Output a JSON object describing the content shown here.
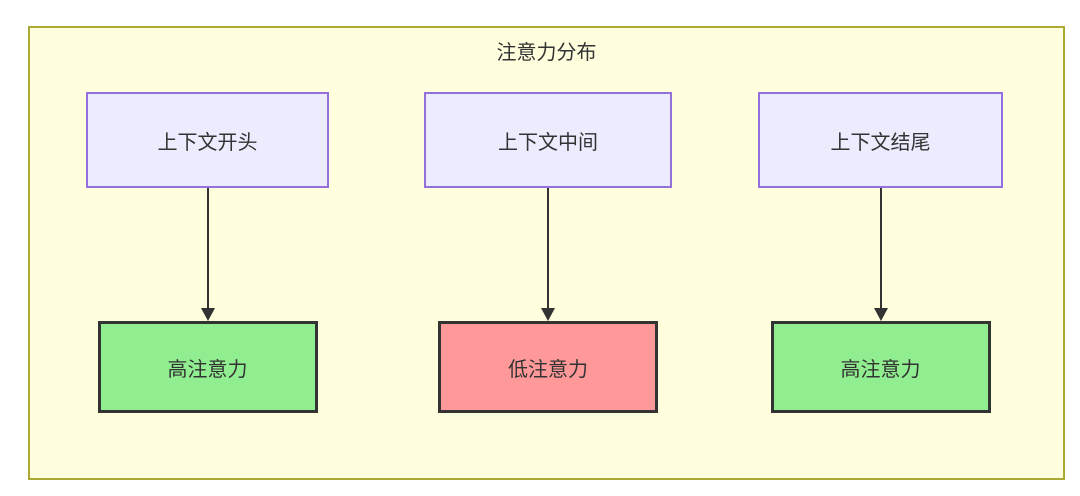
{
  "diagram": {
    "title": "注意力分布",
    "colors": {
      "container_fill": "#ffffde",
      "container_border": "#aaaa33",
      "source_fill": "#ececff",
      "source_border": "#9370db",
      "high_fill": "#90ee90",
      "low_fill": "#ff9999",
      "node_border": "#333333",
      "arrow": "#333333",
      "text": "#333333"
    },
    "nodes": {
      "sources": [
        {
          "label": "上下文开头"
        },
        {
          "label": "上下文中间"
        },
        {
          "label": "上下文结尾"
        }
      ],
      "results": [
        {
          "label": "高注意力",
          "level": "high"
        },
        {
          "label": "低注意力",
          "level": "low"
        },
        {
          "label": "高注意力",
          "level": "high"
        }
      ]
    }
  }
}
